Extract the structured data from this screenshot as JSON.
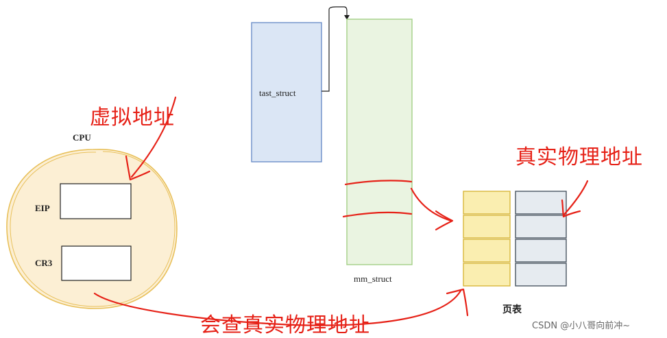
{
  "labels": {
    "task_struct": "tast_struct",
    "mm_struct": "mm_struct",
    "cpu": "CPU",
    "eip": "EIP",
    "cr3": "CR3",
    "page_table": "页表"
  },
  "annotations": {
    "virtual_address": "虚拟地址",
    "physical_address": "真实物理地址",
    "lookup_physical": "会查真实物理地址"
  },
  "watermark": "CSDN @小八哥向前冲~",
  "colors": {
    "task_fill": "#dbe6f5",
    "task_stroke": "#6d8fc9",
    "mm_fill": "#eaf4e1",
    "mm_stroke": "#a3cf86",
    "cpu_fill": "#fcefd4",
    "cpu_stroke": "#e8c05a",
    "page_left_fill": "#faeeb0",
    "page_left_stroke": "#d7b63a",
    "page_right_fill": "#e6ebf0",
    "page_right_stroke": "#4a5562",
    "annotation": "#e62117",
    "ink": "#1e1e1e"
  }
}
